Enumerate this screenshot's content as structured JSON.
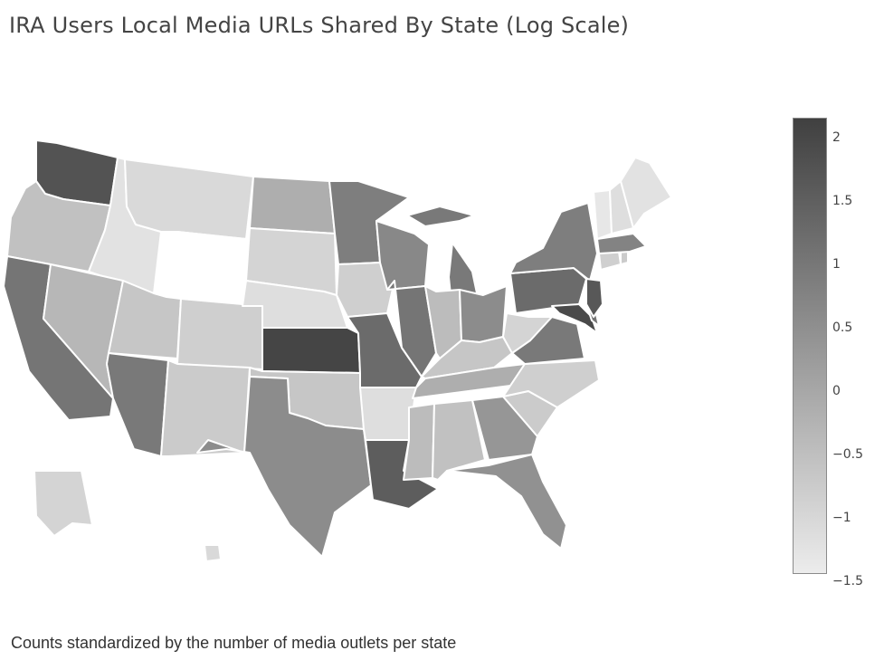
{
  "title": "IRA Users Local Media URLs Shared By State (Log Scale)",
  "footnote": "Counts standardized by the number of media outlets per state",
  "colorbar": {
    "min": -1.5,
    "max": 2.1,
    "color_low": "#ececec",
    "color_high": "#404040",
    "ticks": [
      {
        "value": 2,
        "label": "2"
      },
      {
        "value": 1.5,
        "label": "1.5"
      },
      {
        "value": 1,
        "label": "1"
      },
      {
        "value": 0.5,
        "label": "0.5"
      },
      {
        "value": 0,
        "label": "0"
      },
      {
        "value": -0.5,
        "label": "−0.5"
      },
      {
        "value": -1,
        "label": "−1"
      },
      {
        "value": -1.5,
        "label": "−1.5"
      }
    ]
  },
  "map_data": {
    "type": "choropleth",
    "scope": "usa",
    "border_color": "#ffffff",
    "no_data_color": "#ffffff",
    "states": [
      {
        "code": "WA",
        "value": 1.7
      },
      {
        "code": "OR",
        "value": -0.6
      },
      {
        "code": "CA",
        "value": 1.0
      },
      {
        "code": "ID",
        "value": -1.3
      },
      {
        "code": "NV",
        "value": -0.4
      },
      {
        "code": "MT",
        "value": -1.1
      },
      {
        "code": "WY",
        "value": null
      },
      {
        "code": "UT",
        "value": -0.7
      },
      {
        "code": "AZ",
        "value": 0.9
      },
      {
        "code": "CO",
        "value": -0.9
      },
      {
        "code": "NM",
        "value": -0.8
      },
      {
        "code": "ND",
        "value": -0.2
      },
      {
        "code": "SD",
        "value": -1.0
      },
      {
        "code": "NE",
        "value": -1.2
      },
      {
        "code": "KS",
        "value": 2.0
      },
      {
        "code": "OK",
        "value": -0.7
      },
      {
        "code": "TX",
        "value": 0.5
      },
      {
        "code": "MN",
        "value": 0.8
      },
      {
        "code": "IA",
        "value": -0.9
      },
      {
        "code": "MO",
        "value": 1.2
      },
      {
        "code": "AR",
        "value": -1.2
      },
      {
        "code": "LA",
        "value": 1.5
      },
      {
        "code": "WI",
        "value": 0.6
      },
      {
        "code": "IL",
        "value": 1.0
      },
      {
        "code": "MI",
        "value": 0.9
      },
      {
        "code": "IN",
        "value": -0.5
      },
      {
        "code": "OH",
        "value": 0.5
      },
      {
        "code": "KY",
        "value": -0.7
      },
      {
        "code": "TN",
        "value": -0.2
      },
      {
        "code": "MS",
        "value": -0.5
      },
      {
        "code": "AL",
        "value": -0.6
      },
      {
        "code": "GA",
        "value": 0.3
      },
      {
        "code": "FL",
        "value": 0.4
      },
      {
        "code": "SC",
        "value": -0.8
      },
      {
        "code": "NC",
        "value": -0.9
      },
      {
        "code": "VA",
        "value": 0.9
      },
      {
        "code": "WV",
        "value": -1.0
      },
      {
        "code": "PA",
        "value": 1.2
      },
      {
        "code": "NY",
        "value": 0.8
      },
      {
        "code": "MD",
        "value": 1.9
      },
      {
        "code": "DE",
        "value": 1.0
      },
      {
        "code": "NJ",
        "value": 1.6
      },
      {
        "code": "CT",
        "value": -0.9
      },
      {
        "code": "RI",
        "value": -0.8
      },
      {
        "code": "MA",
        "value": 0.7
      },
      {
        "code": "VT",
        "value": -1.4
      },
      {
        "code": "NH",
        "value": -1.2
      },
      {
        "code": "ME",
        "value": -1.3
      },
      {
        "code": "AK",
        "value": -1.0
      },
      {
        "code": "HI",
        "value": -1.1
      }
    ]
  }
}
